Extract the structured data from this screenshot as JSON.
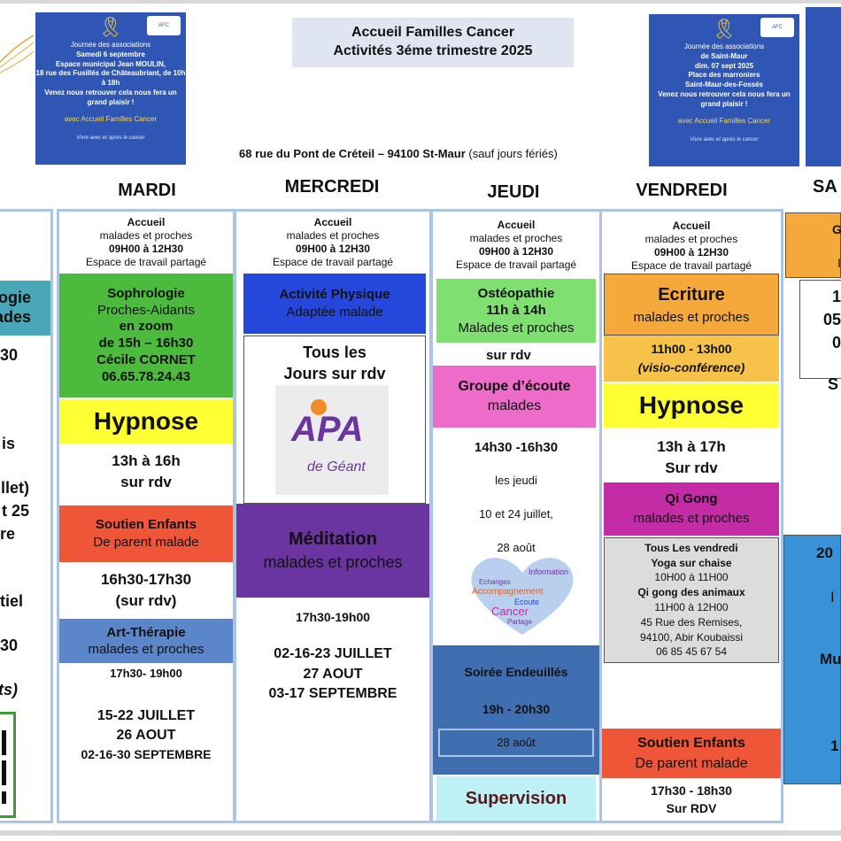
{
  "header": {
    "title_line1": "Accueil Familles Cancer",
    "title_line2": "Activités 3éme trimestre 2025",
    "address": "68 rue du Pont de Créteil – 94100 St-Maur",
    "address_note": "(sauf jours fériés)"
  },
  "poster_left": {
    "line1": "Journée des associations",
    "line2": "Samedi 6 septembre",
    "line3": "Espace municipal Jean MOULIN,",
    "line4": "18 rue des Fusillés de Châteaubriant, de 10h à 18h",
    "line5": "Venez nous retrouver cela nous fera un grand plaisir !",
    "avec": "avec Accueil Familles Cancer",
    "sig": "Vivre avec et après le cancer"
  },
  "poster_right": {
    "line1": "Journée des associations",
    "line2": "de Saint-Maur",
    "line3": "dim. 07 sept 2025",
    "line4": "Place des marroniers",
    "line5": "Saint-Maur-des-Fossés",
    "line6": "Venez nous retrouver cela nous fera un grand plaisir !",
    "avec": "avec Accueil Familles Cancer",
    "sig": "Vivre avec et après le cancer"
  },
  "days": {
    "mardi": "MARDI",
    "mercredi": "MERCREDI",
    "jeudi": "JEUDI",
    "vendredi": "VENDREDI",
    "samedi_partial": "SA"
  },
  "accueil": {
    "title": "Accueil",
    "who": "malades et proches",
    "hours": "09H00 à 12H30",
    "space": "Espace de travail partagé"
  },
  "left_partial": {
    "l1": "ogie",
    "l2": "ades",
    "l3": "30",
    "l4": "is",
    "l5": "illet)",
    "l6": "t 25",
    "l7": "re",
    "l8": "tiel",
    "l9": "30",
    "l10": "ts)"
  },
  "mardi": {
    "sophro_title": "Sophrologie",
    "sophro_l2": "Proches-Aidants",
    "sophro_l3": "en zoom",
    "sophro_l4": "de 15h – 16h30",
    "sophro_l5": "Cécile CORNET",
    "sophro_l6": "06.65.78.24.43",
    "hypnose": "Hypnose",
    "hyp_l1": "13h à 16h",
    "hyp_l2": "sur rdv",
    "soutien_title": "Soutien Enfants",
    "soutien_l2": "De parent malade",
    "soutien_h1": "16h30-17h30",
    "soutien_h2": "(sur rdv)",
    "art_title": "Art-Thérapie",
    "art_l2": "malades et proches",
    "art_hours": "17h30- 19h00",
    "dates1": "15-22 JUILLET",
    "dates2": "26 AOUT",
    "dates3": "02-16-30 SEPTEMBRE"
  },
  "mercredi": {
    "apa_title": "Activité Physique",
    "apa_l2": "Adaptée malade",
    "tous1": "Tous les",
    "tous2": "Jours sur rdv",
    "logo_main": "APA",
    "logo_sub": "de Géant",
    "medit_title": "Méditation",
    "medit_l2": "malades et proches",
    "medit_hours": "17h30-19h00",
    "dates1": "02-16-23 JUILLET",
    "dates2": "27 AOUT",
    "dates3": "03-17 SEPTEMBRE"
  },
  "jeudi": {
    "osteo_title": "Ostéopathie",
    "osteo_l2": "11h à 14h",
    "osteo_l3": "Malades et proches",
    "osteo_l4": "sur rdv",
    "groupe_title": "Groupe d’écoute",
    "groupe_l2": "malades",
    "groupe_hours": "14h30 -16h30",
    "groupe_l3": "les jeudi",
    "groupe_l4": "10 et 24 juillet,",
    "groupe_l5": "28 août",
    "heart_w1": "Information",
    "heart_w2": "Echanges",
    "heart_w3": "Accompagnement",
    "heart_w4": "Ecoute",
    "heart_w5": "Cancer",
    "heart_w6": "Partage",
    "soiree_title": "Soirée Endeuillés",
    "soiree_hours": "19h - 20h30",
    "soiree_date": "28 août",
    "supervision": "Supervision"
  },
  "vendredi": {
    "ecriture": "Ecriture",
    "ecriture_l2": "malades et proches",
    "ecriture_hours": "11h00 - 13h00",
    "ecriture_visio": "(visio-conférence)",
    "hypnose": "Hypnose",
    "hyp_l1": "13h à 17h",
    "hyp_l2": "Sur rdv",
    "qigong_title": "Qi Gong",
    "qigong_l2": "malades et proches",
    "g_l1": "Tous Les vendredi",
    "g_l2": "Yoga sur chaise",
    "g_l3": "10H00 à 11H00",
    "g_l4": "Qi gong des animaux",
    "g_l5": "11H00 à 12H00",
    "g_l6": "45 Rue des Remises,",
    "g_l7": "94100, Abir Koubaissi",
    "g_l8": "06 85 45 67 54",
    "soutien_title": "Soutien Enfants",
    "soutien_l2": "De parent malade",
    "soutien_hours": "17h30 - 18h30",
    "soutien_rdv": "Sur RDV"
  },
  "samedi_partial": {
    "t1": "G",
    "t2": "I",
    "b1": "1",
    "b2": "05",
    "b3": "0",
    "s": "S",
    "c1": "20",
    "c2": "Mu",
    "c3": "1"
  },
  "colors": {
    "green": "#4cbb3d",
    "yellow": "#ffff33",
    "red_orange": "#ef5537",
    "steel_blue": "#5b86c9",
    "blue": "#2547dc",
    "purple": "#6a35a0",
    "light_green": "#7fdf70",
    "pink": "#ee6bc9",
    "navy_blue": "#3f6fb0",
    "cyan": "#bff0f6",
    "orange": "#f5a93a",
    "magenta": "#c42ca6",
    "grey": "#dcdcdc",
    "sky": "#3a92d6",
    "teal": "#4aa7b8"
  }
}
